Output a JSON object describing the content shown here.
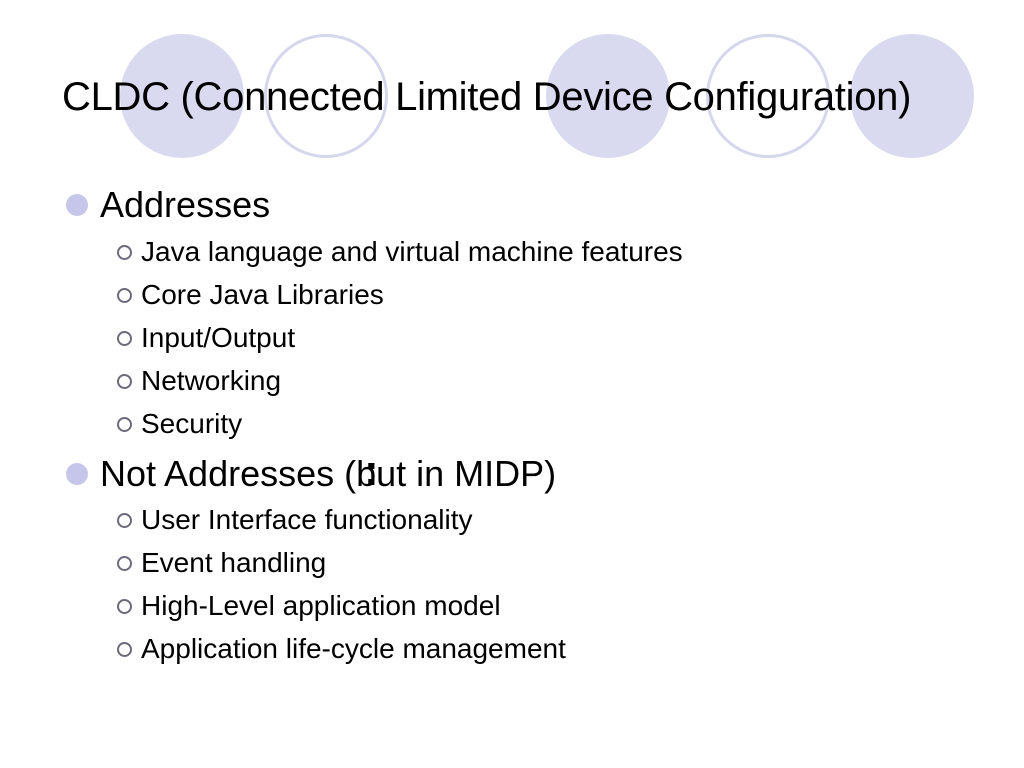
{
  "colors": {
    "accent_fill": "#d9d9f0",
    "accent_line": "#d6d6ec",
    "bullet_fill": "#c6c6ea",
    "ring_line": "#6a6a7a",
    "text": "#000000",
    "background": "#ffffff"
  },
  "icons": {
    "level1_bullet": "filled-circle-bullet-icon",
    "level2_bullet": "hollow-circle-bullet-icon"
  },
  "slide": {
    "title": "CLDC (Connected Limited Device Configuration)",
    "sections": [
      {
        "heading": "Addresses",
        "items": [
          "Java language and virtual machine features",
          "Core Java Libraries",
          "Input/Output",
          "Networking",
          "Security"
        ]
      },
      {
        "heading": "Not Addresses (but in MIDP)",
        "items": [
          "User Interface functionality",
          "Event handling",
          "High-Level application model",
          "Application life-cycle management"
        ]
      }
    ],
    "stray_mark": ":"
  }
}
